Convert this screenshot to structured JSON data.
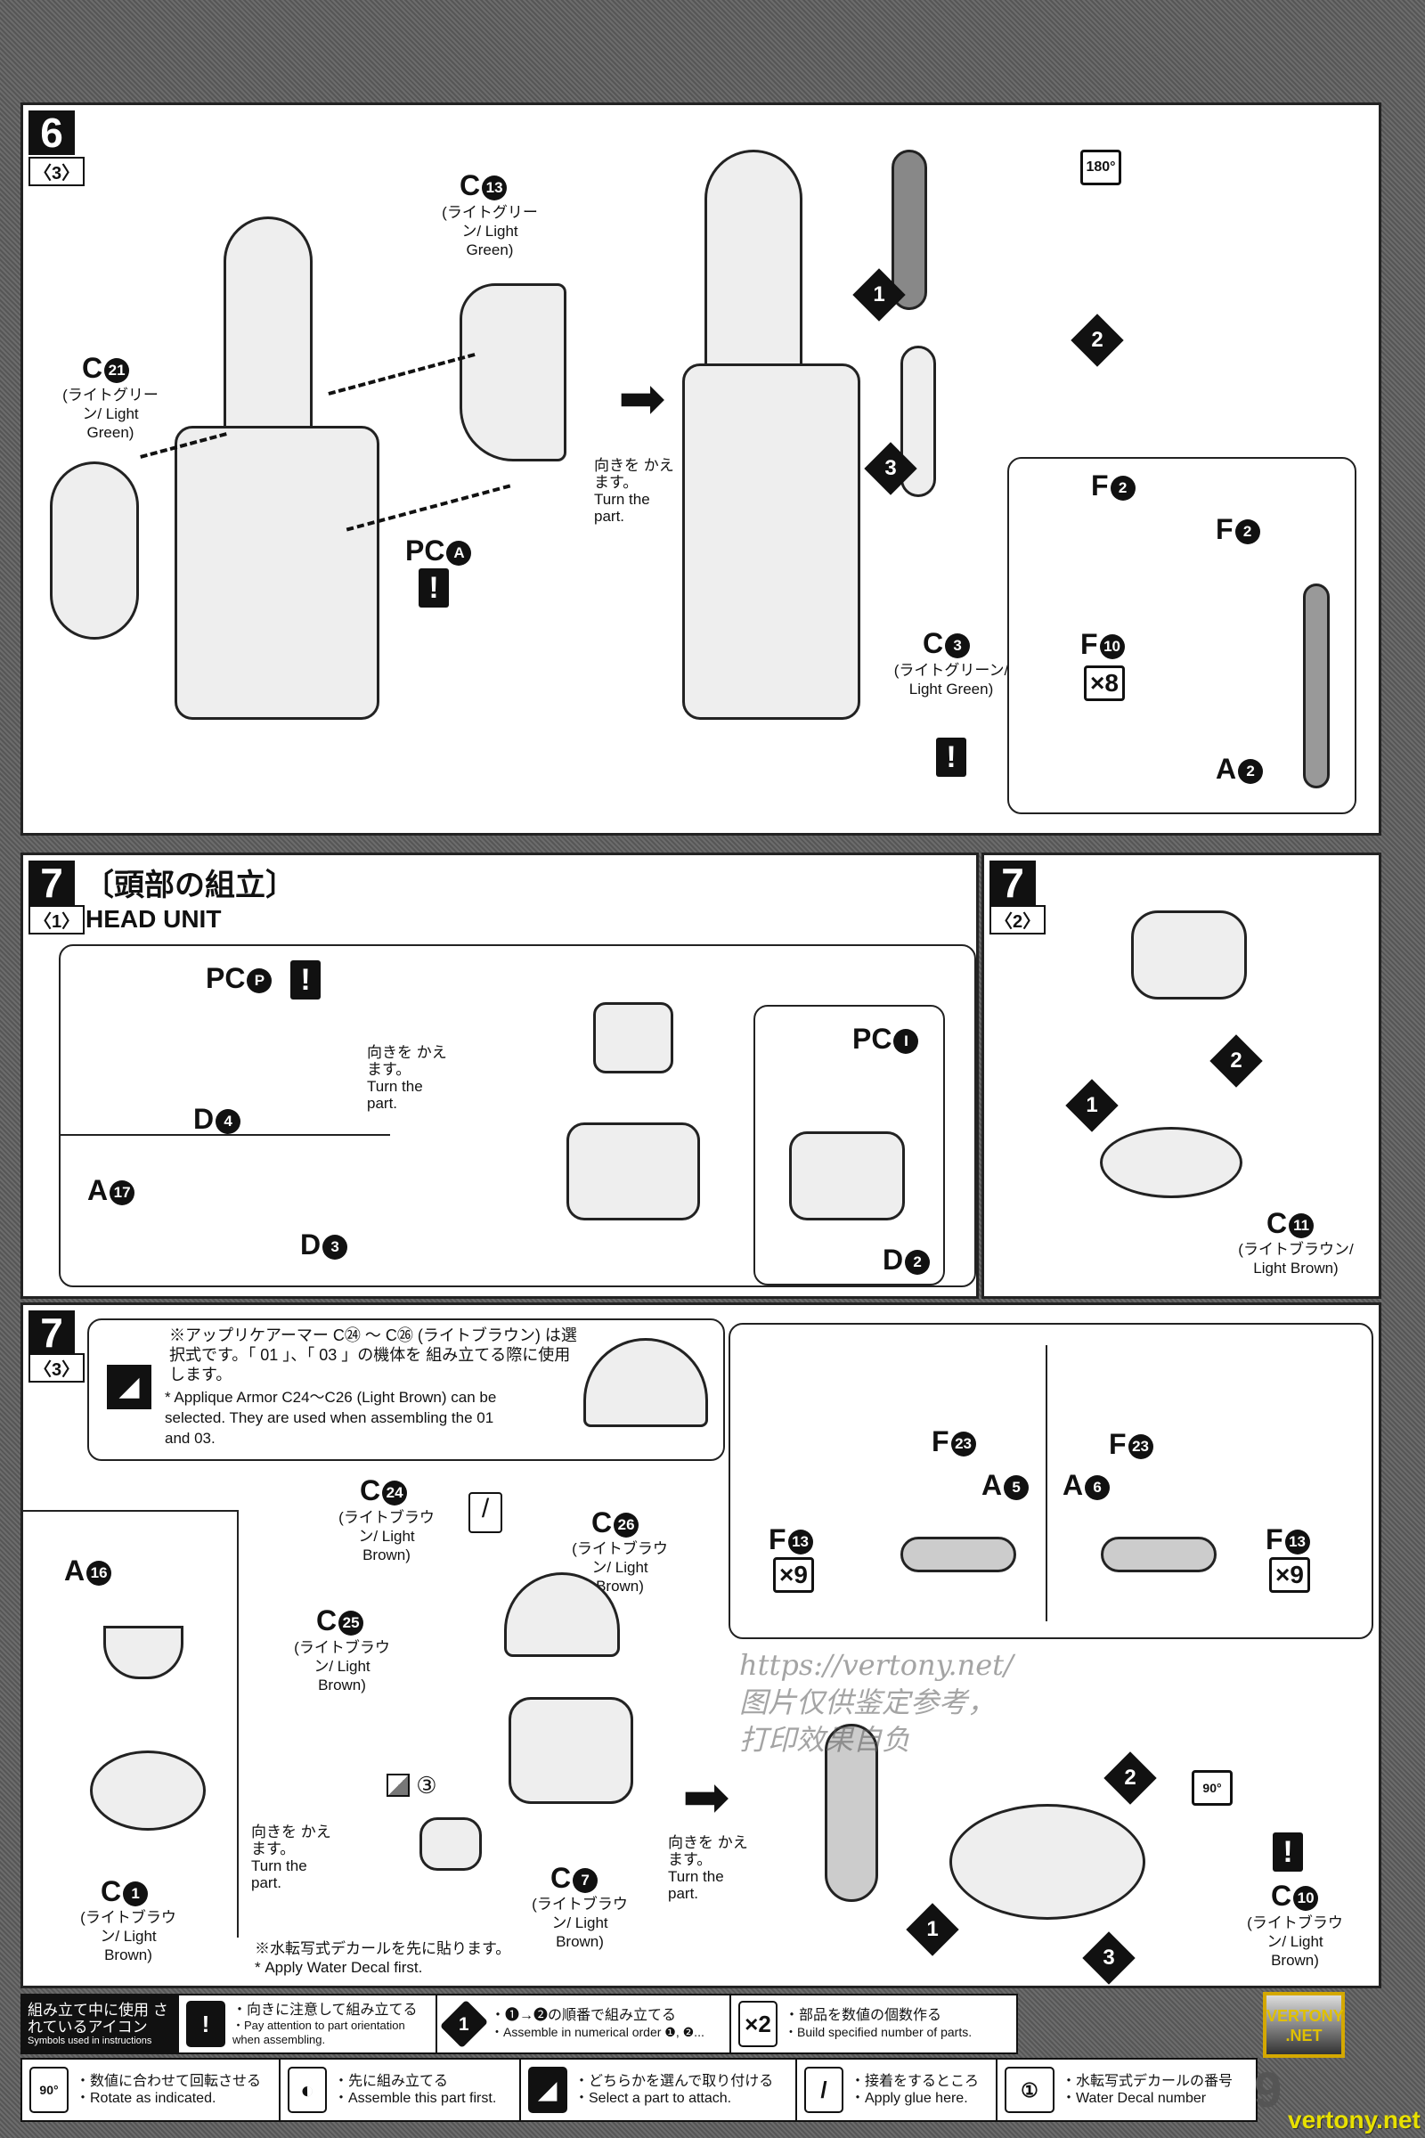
{
  "page_number": "9",
  "watermark": {
    "url": "https://vertony.net/",
    "line1": "图片仅供鉴定参考，",
    "line2": "打印效果自负",
    "logo": "VERTONY .NET",
    "site": "vertony.net"
  },
  "turn_part": {
    "ja": "向きを かえます。",
    "en": "Turn the part."
  },
  "step6": {
    "number": "6",
    "sub": "〈3〉",
    "rotate": "180°",
    "parts": {
      "c13": {
        "l": "C",
        "n": "13",
        "color": "(ライトグリーン/ Light Green)"
      },
      "c21": {
        "l": "C",
        "n": "21",
        "color": "(ライトグリーン/ Light Green)"
      },
      "pca": {
        "l": "PC",
        "n": "A"
      },
      "c3": {
        "l": "C",
        "n": "3",
        "color": "(ライトグリーン/ Light Green)"
      },
      "f2a": {
        "l": "F",
        "n": "2"
      },
      "f2b": {
        "l": "F",
        "n": "2"
      },
      "f10": {
        "l": "F",
        "n": "10"
      },
      "a2": {
        "l": "A",
        "n": "2"
      }
    },
    "count": "×8",
    "order": [
      "1",
      "2",
      "3"
    ]
  },
  "step7_1": {
    "number": "7",
    "sub": "〈1〉",
    "title_ja": "〔頭部の組立〕",
    "title_en": "HEAD UNIT",
    "parts": {
      "pcp": {
        "l": "PC",
        "n": "P"
      },
      "d4": {
        "l": "D",
        "n": "4"
      },
      "a17": {
        "l": "A",
        "n": "17"
      },
      "d3": {
        "l": "D",
        "n": "3"
      },
      "pci": {
        "l": "PC",
        "n": "I"
      },
      "d2": {
        "l": "D",
        "n": "2"
      }
    }
  },
  "step7_2": {
    "number": "7",
    "sub": "〈2〉",
    "order": [
      "1",
      "2"
    ],
    "parts": {
      "c11": {
        "l": "C",
        "n": "11",
        "color": "(ライトブラウン/ Light Brown)"
      }
    }
  },
  "step7_3": {
    "number": "7",
    "sub": "〈3〉",
    "note_ja": "※アップリケアーマー C㉔ ～ C㉖ (ライトブラウン) は選択式です。「 01 」、「 03 」の機体を 組み立てる際に使用します。",
    "note_en": "* Applique Armor C24～C26 (Light Brown) can be selected. They are used when assembling the 01 and 03.",
    "decal_note_ja": "※水転写式デカールを先に貼ります。",
    "decal_note_en": "* Apply Water Decal first.",
    "decal_number": "③",
    "rotate": "90°",
    "count": "×9",
    "order": [
      "1",
      "2",
      "3"
    ],
    "parts": {
      "c24": {
        "l": "C",
        "n": "24",
        "color": "(ライトブラウン/ Light Brown)"
      },
      "c26": {
        "l": "C",
        "n": "26",
        "color": "(ライトブラウン/ Light Brown)"
      },
      "c25": {
        "l": "C",
        "n": "25",
        "color": "(ライトブラウン/ Light Brown)"
      },
      "a16": {
        "l": "A",
        "n": "16"
      },
      "c1": {
        "l": "C",
        "n": "1",
        "color": "(ライトブラウン/ Light Brown)"
      },
      "c7": {
        "l": "C",
        "n": "7",
        "color": "(ライトブラウン/ Light Brown)"
      },
      "f23a": {
        "l": "F",
        "n": "23"
      },
      "a5": {
        "l": "A",
        "n": "5"
      },
      "f13a": {
        "l": "F",
        "n": "13"
      },
      "a6": {
        "l": "A",
        "n": "6"
      },
      "f23b": {
        "l": "F",
        "n": "23"
      },
      "f13b": {
        "l": "F",
        "n": "13"
      },
      "c10": {
        "l": "C",
        "n": "10",
        "color": "(ライトブラウン/ Light Brown)"
      }
    }
  },
  "legend": {
    "title_ja": "組み立て中に使用 されているアイコン",
    "title_en": "Symbols used in instructions",
    "items": [
      {
        "icon": "!",
        "ja": "・向きに注意して組み立てる",
        "en": "・Pay attention to part orientation when assembling."
      },
      {
        "icon": "1",
        "ja": "・❶→❷の順番で組み立てる",
        "en": "・Assemble in numerical order ❶, ❷..."
      },
      {
        "icon": "×2",
        "ja": "・部品を数値の個数作る",
        "en": "・Build specified number of parts."
      },
      {
        "icon": "90°",
        "ja": "・数値に合わせて回転させる",
        "en": "・Rotate as indicated."
      },
      {
        "icon": "◐",
        "ja": "・先に組み立てる",
        "en": "・Assemble this part first."
      },
      {
        "icon": "◢",
        "ja": "・どちらかを選んで取り付ける",
        "en": "・Select a part to attach."
      },
      {
        "icon": "/",
        "ja": "・接着をするところ",
        "en": "・Apply glue here."
      },
      {
        "icon": "①",
        "ja": "・水転写式デカールの番号",
        "en": "・Water Decal number"
      }
    ]
  }
}
